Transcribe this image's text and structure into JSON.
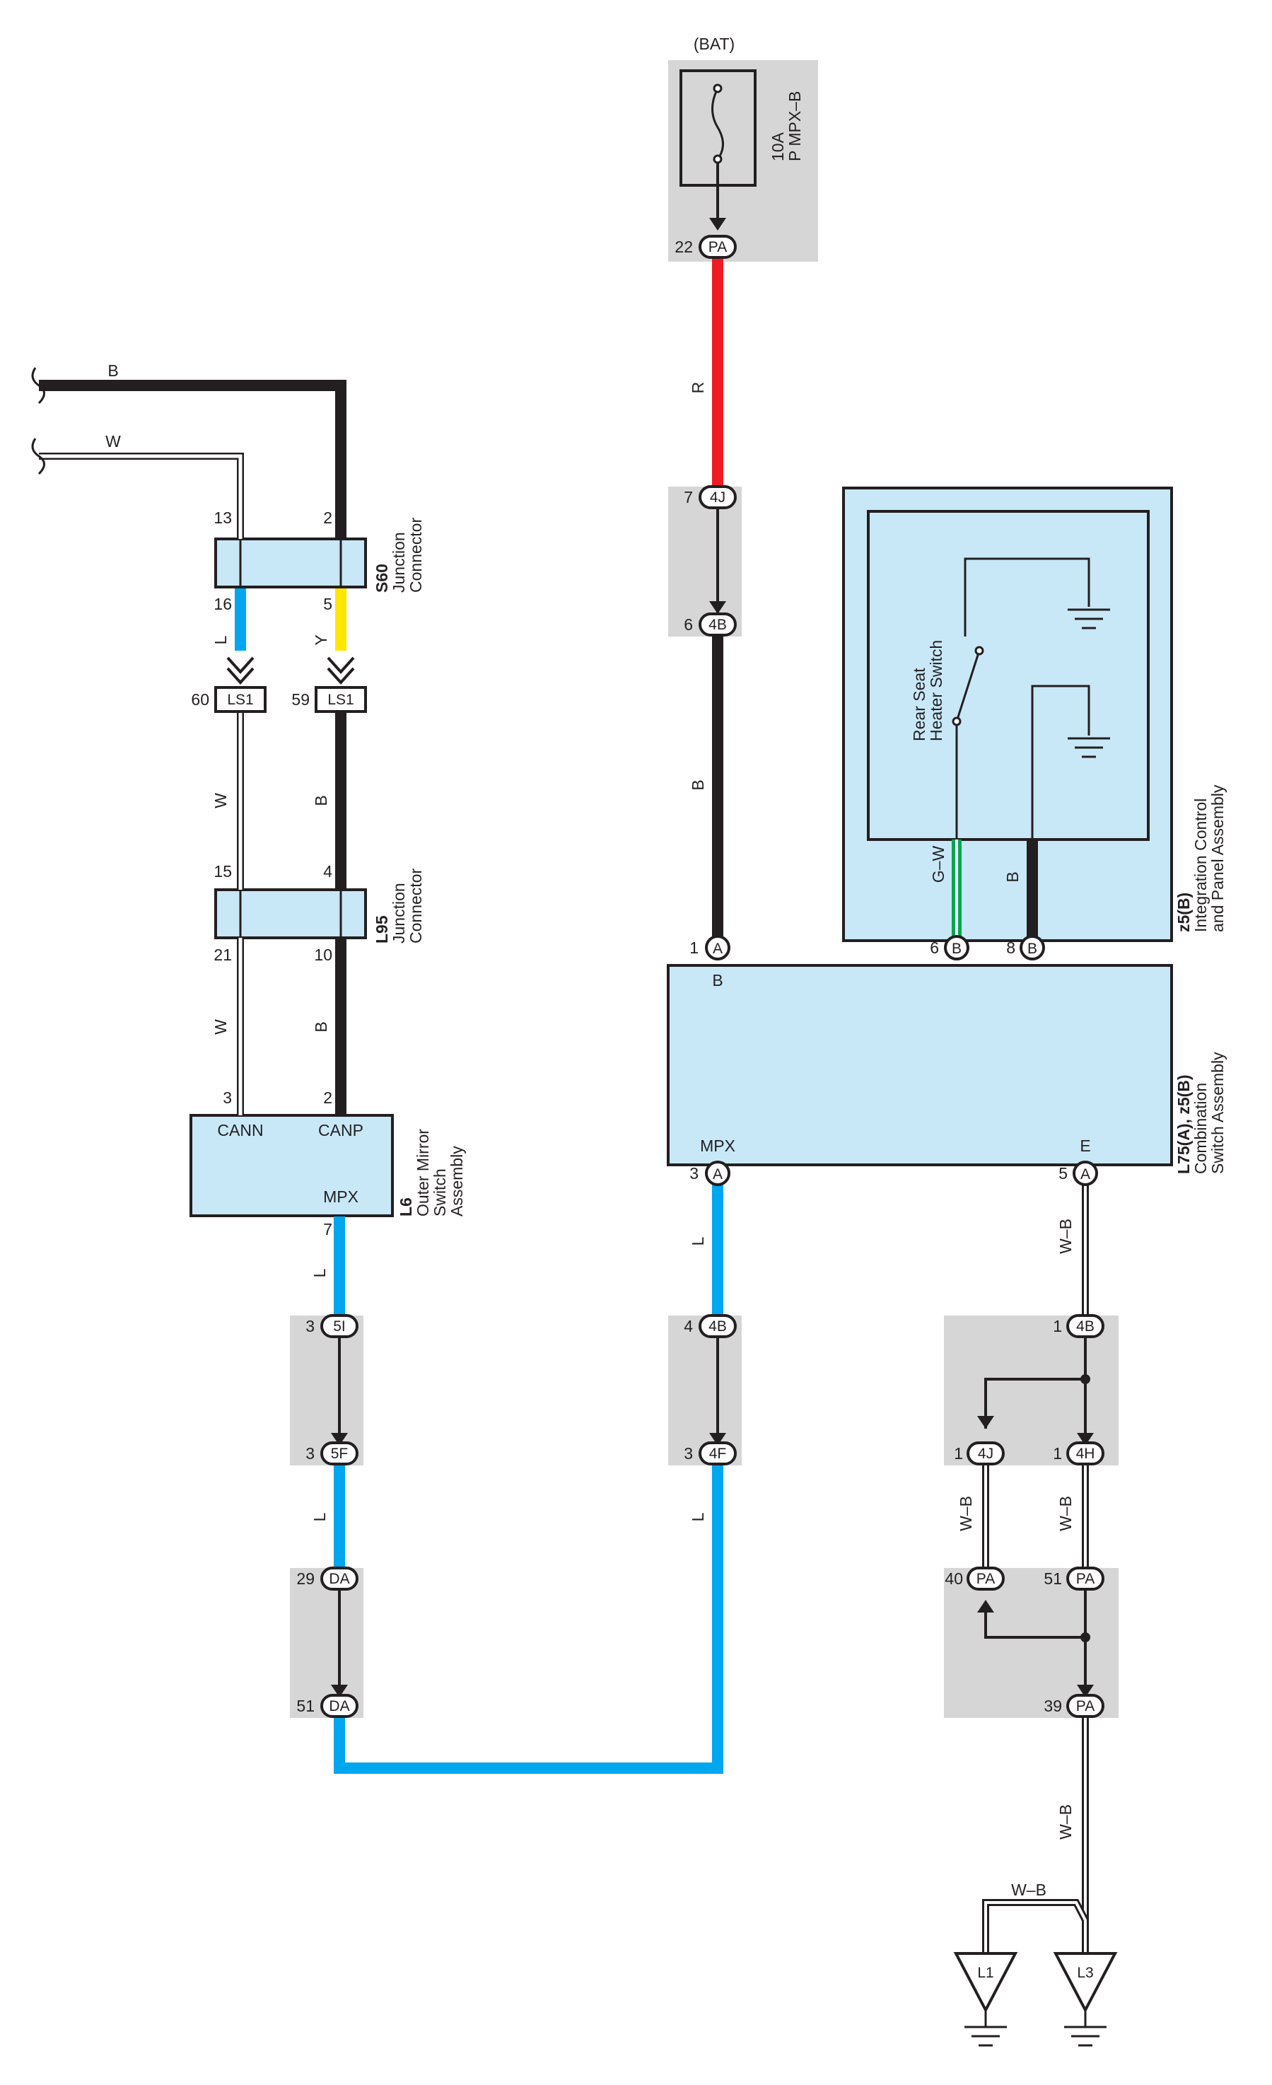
{
  "battery": {
    "label": "(BAT)",
    "fuse_rating": "10A",
    "fuse_name": "P MPX–B"
  },
  "colors": {
    "black": "#231f20",
    "red": "#ed1c24",
    "blue": "#00a6ee",
    "yellow": "#ffe600",
    "green": "#00a651",
    "module_fill": "#c8e8f8",
    "connector_bg": "#d6d6d7"
  },
  "wires": {
    "B": "B",
    "W": "W",
    "L": "L",
    "Y": "Y",
    "R": "R",
    "GW": "G–W",
    "WB": "W–B"
  },
  "connectors": {
    "PA": "PA",
    "4J": "4J",
    "4B": "4B",
    "A": "A",
    "B": "B",
    "4F": "4F",
    "5I": "5I",
    "5F": "5F",
    "DA": "DA",
    "4H": "4H",
    "LS1": "LS1"
  },
  "pins": {
    "p22": "22",
    "p7": "7",
    "p6": "6",
    "p1": "1",
    "p8": "8",
    "p3": "3",
    "p5": "5",
    "p4": "4",
    "p13": "13",
    "p2": "2",
    "p16": "16",
    "p60": "60",
    "p59": "59",
    "p15": "15",
    "p21": "21",
    "p10": "10",
    "p29": "29",
    "p51": "51",
    "p40": "40",
    "p39": "39"
  },
  "components": {
    "s60": {
      "code": "S60",
      "name1": "Junction",
      "name2": "Connector"
    },
    "l95": {
      "code": "L95",
      "name1": "Junction",
      "name2": "Connector"
    },
    "l6": {
      "code": "L6",
      "name1": "Outer Mirror",
      "name2": "Switch",
      "name3": "Assembly",
      "pin_cann": "CANN",
      "pin_canp": "CANP",
      "pin_mpx": "MPX"
    },
    "z5b": {
      "code": "z5(B)",
      "name1": "Integration Control",
      "name2": "and Panel Assembly"
    },
    "switch": {
      "name1": "Rear Seat",
      "name2": "Heater Switch"
    },
    "combo": {
      "code": "L75(A), z5(B)",
      "name1": "Combination",
      "name2": "Switch Assembly",
      "pin_b": "B",
      "pin_mpx": "MPX",
      "pin_e": "E"
    }
  },
  "grounds": {
    "l1": "L1",
    "l3": "L3"
  }
}
